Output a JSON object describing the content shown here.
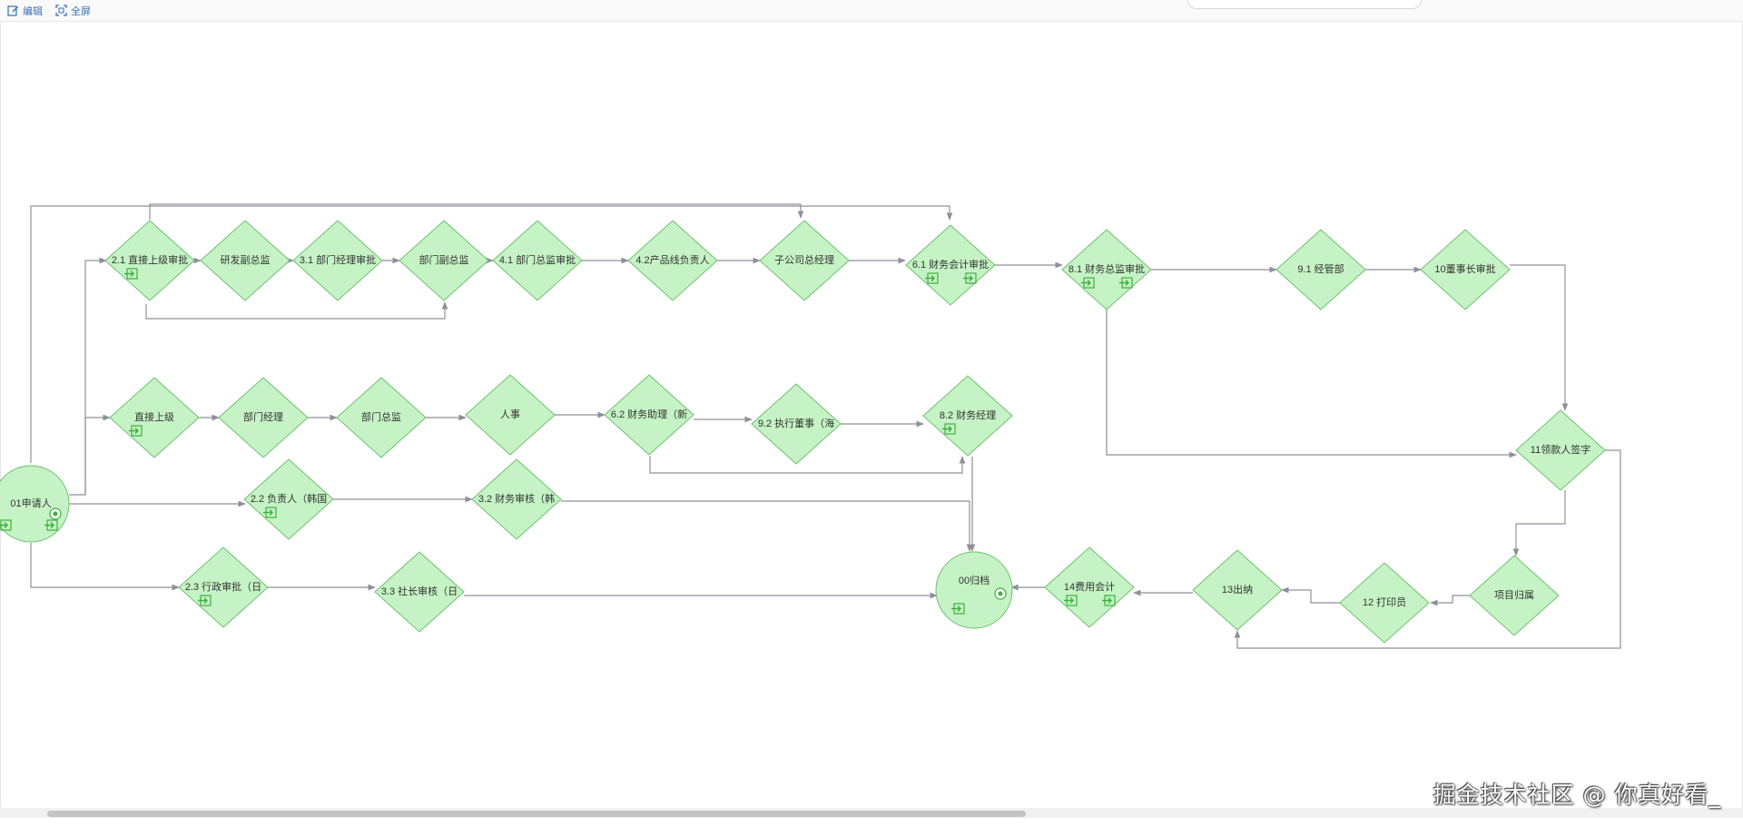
{
  "toolbar": {
    "edit_label": "编辑",
    "fullscreen_label": "全屏"
  },
  "colors": {
    "node_fill": "#c5f3c5",
    "node_stroke": "#6fbf6f",
    "edge": "#8f8f99",
    "icon": "#3fae3f"
  },
  "nodes": [
    {
      "id": "n01",
      "label": "01申请人",
      "shape": "start"
    },
    {
      "id": "n21",
      "label": "2.1 直接上级审批",
      "shape": "diamond"
    },
    {
      "id": "nyf",
      "label": "研发副总监",
      "shape": "diamond"
    },
    {
      "id": "n31",
      "label": "3.1 部门经理审批",
      "shape": "diamond"
    },
    {
      "id": "nbf",
      "label": "部门副总监",
      "shape": "diamond"
    },
    {
      "id": "n41",
      "label": "4.1 部门总监审批",
      "shape": "diamond"
    },
    {
      "id": "n42",
      "label": "4.2产品线负责人",
      "shape": "diamond"
    },
    {
      "id": "nzg",
      "label": "子公司总经理",
      "shape": "diamond"
    },
    {
      "id": "n61",
      "label": "6.1 财务会计审批",
      "shape": "diamond"
    },
    {
      "id": "n81",
      "label": "8.1 财务总监审批",
      "shape": "diamond"
    },
    {
      "id": "n91",
      "label": "9.1 经管部",
      "shape": "diamond"
    },
    {
      "id": "n10",
      "label": "10董事长审批",
      "shape": "diamond"
    },
    {
      "id": "nzs",
      "label": "直接上级",
      "shape": "diamond"
    },
    {
      "id": "nbj",
      "label": "部门经理",
      "shape": "diamond"
    },
    {
      "id": "nbz",
      "label": "部门总监",
      "shape": "diamond"
    },
    {
      "id": "nrs",
      "label": "人事",
      "shape": "diamond"
    },
    {
      "id": "n62",
      "label": "6.2 财务助理（新",
      "shape": "diamond"
    },
    {
      "id": "n92",
      "label": "9.2 执行董事（海",
      "shape": "diamond"
    },
    {
      "id": "n82",
      "label": "8.2 财务经理",
      "shape": "diamond"
    },
    {
      "id": "n11",
      "label": "11领款人签字",
      "shape": "diamond"
    },
    {
      "id": "n22",
      "label": "2.2 负责人（韩国",
      "shape": "diamond"
    },
    {
      "id": "n32",
      "label": "3.2 财务审核（韩",
      "shape": "diamond"
    },
    {
      "id": "n23",
      "label": "2.3 行政审批（日",
      "shape": "diamond"
    },
    {
      "id": "n33",
      "label": "3.3 社长审核（日",
      "shape": "diamond"
    },
    {
      "id": "n00",
      "label": "00归档",
      "shape": "end"
    },
    {
      "id": "n14",
      "label": "14费用会计",
      "shape": "diamond"
    },
    {
      "id": "n13",
      "label": "13出纳",
      "shape": "diamond"
    },
    {
      "id": "n12",
      "label": "12 打印员",
      "shape": "diamond"
    },
    {
      "id": "nxm",
      "label": "项目归属",
      "shape": "diamond"
    }
  ],
  "watermark": "掘金技术社区 @ 你真好看_"
}
